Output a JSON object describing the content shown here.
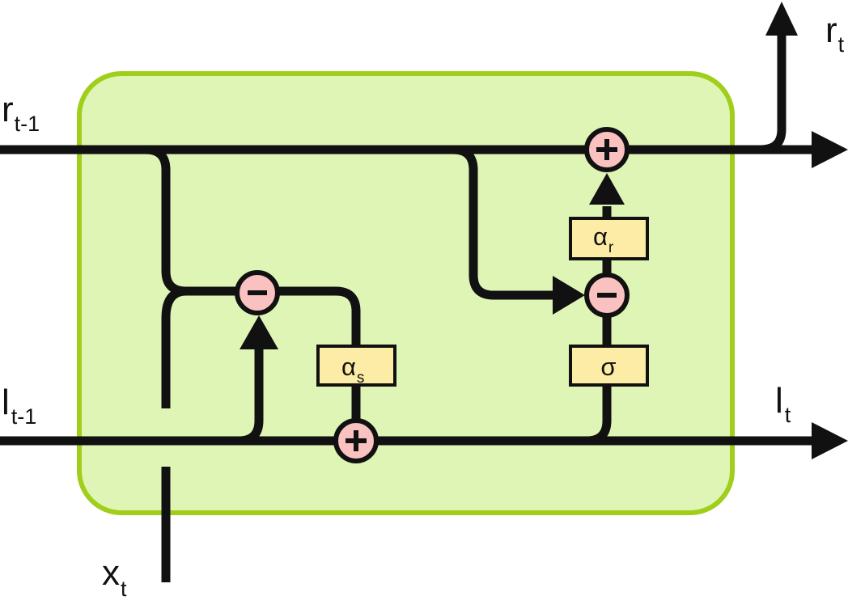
{
  "colors": {
    "cell_fill": "#dff5b6",
    "cell_border": "#9fce1b",
    "wire": "#111111",
    "op_fill": "#f9c2c1",
    "gate_fill": "#fdeca6",
    "gate_border": "#111111"
  },
  "labels": {
    "r_prev": {
      "main": "r",
      "sub": "t-1"
    },
    "l_prev": {
      "main": "l",
      "sub": "t-1"
    },
    "x_in": {
      "main": "x",
      "sub": "t"
    },
    "r_out": {
      "main": "r",
      "sub": "t"
    },
    "l_out": {
      "main": "l",
      "sub": "t"
    }
  },
  "gates": {
    "alpha_s": {
      "main": "α",
      "sub": "s"
    },
    "alpha_r": {
      "main": "α",
      "sub": "r"
    },
    "sigma": {
      "main": "σ",
      "sub": ""
    }
  },
  "operators": {
    "minus_left": "minus",
    "plus_bottom": "plus",
    "minus_right": "minus",
    "plus_top": "plus"
  }
}
